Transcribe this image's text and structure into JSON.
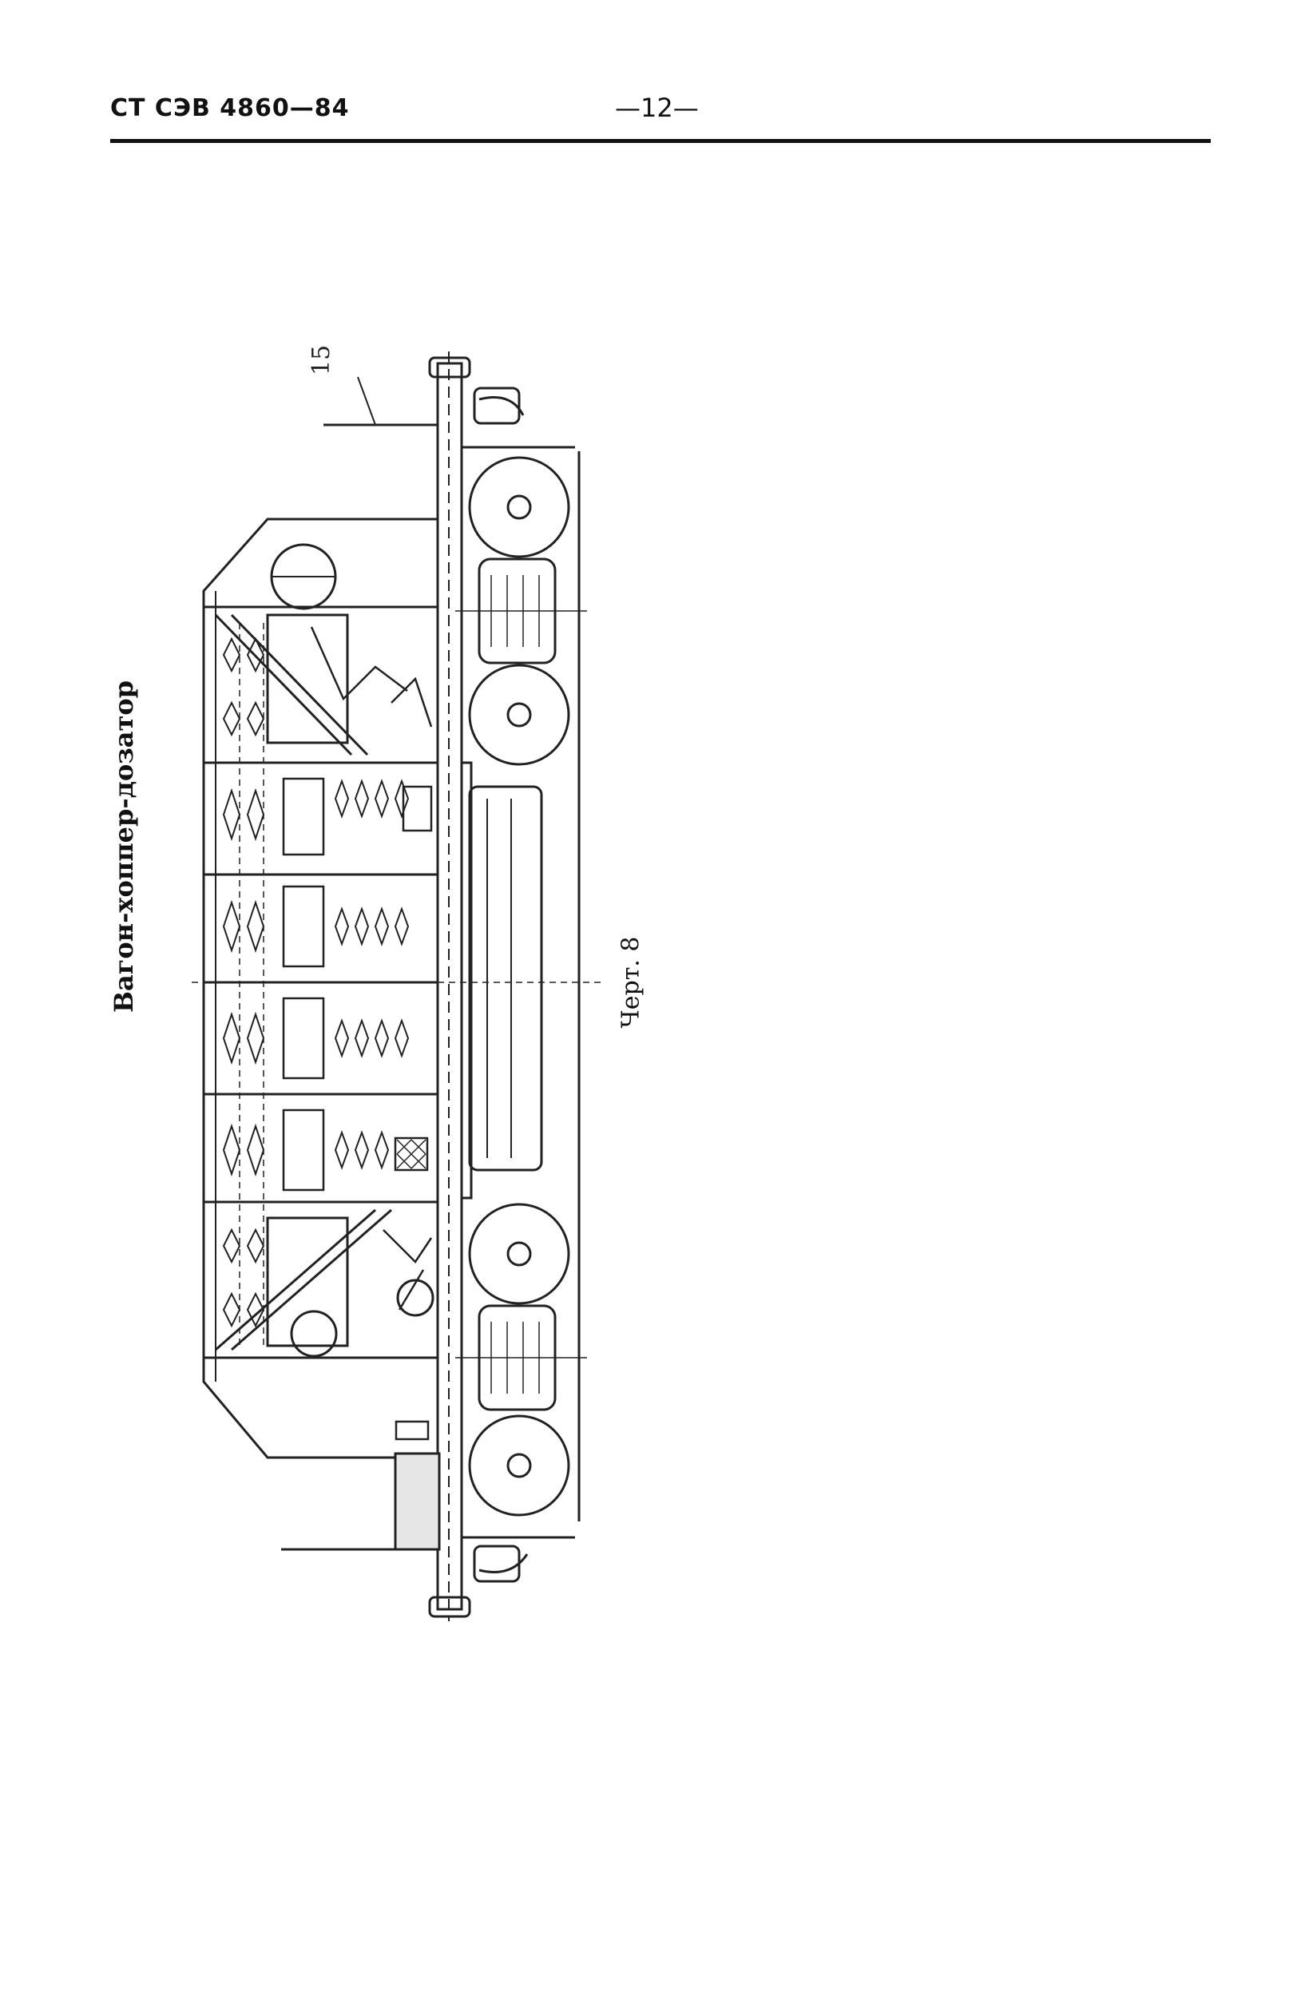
{
  "header": {
    "doc_code": "СТ СЭВ 4860—84",
    "page_number": "—12—"
  },
  "figure": {
    "title": "Вагон-хоппер-дозатор",
    "callout": "15",
    "caption": "Черт. 8"
  }
}
